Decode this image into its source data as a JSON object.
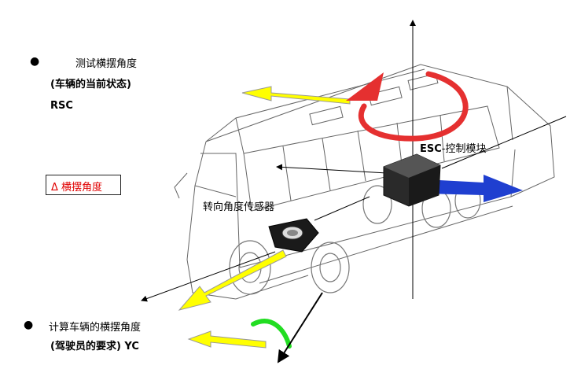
{
  "upper_bullet": {
    "line1": "测试横摆角度",
    "line2": "(车辆的当前状态)",
    "line3": "RSC"
  },
  "lower_bullet": {
    "line1": "计算车辆的横摆角度",
    "line2": "(驾驶员的要求) YC"
  },
  "delta_label": "Δ 横摆角度",
  "esc_label": {
    "prefix": "ESC",
    "rest": "-控制模块"
  },
  "steering_sensor_label": "转向角度传感器",
  "colors": {
    "rotation_arrow": "#e53030",
    "yellow_arrow": "#ffff00",
    "blue_arrow": "#1f3fd0",
    "green_arc": "#22dd22",
    "delta_text": "#e00000"
  }
}
